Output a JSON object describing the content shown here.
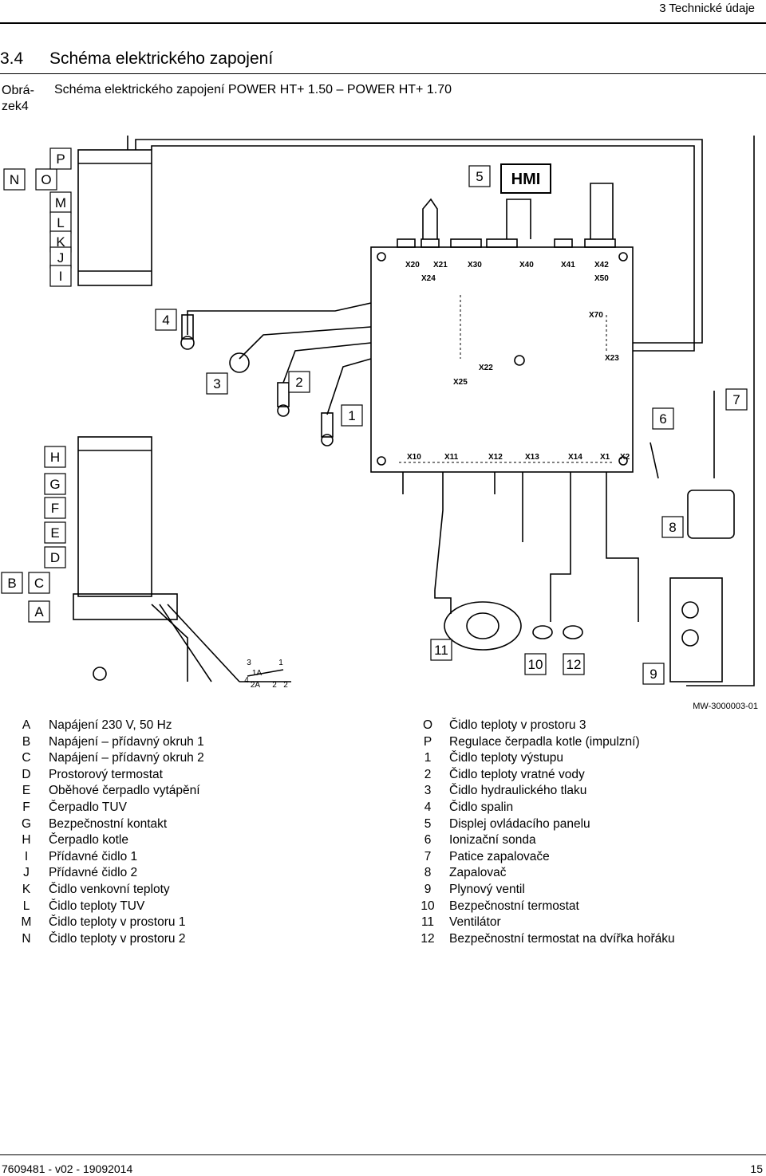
{
  "header": {
    "chapter": "3  Technické údaje"
  },
  "section": {
    "number": "3.4",
    "title": "Schéma elektrického zapojení"
  },
  "figure": {
    "label": "Obrá-\nzek4",
    "caption": "Schéma elektrického zapojení POWER HT+ 1.50 – POWER HT+ 1.70",
    "code": "MW-3000003-01",
    "connectors": [
      "X20",
      "X21",
      "X30",
      "X40",
      "X41",
      "X42",
      "X24",
      "X50",
      "X70",
      "X22",
      "X23",
      "X25",
      "X10",
      "X11",
      "X12",
      "X13",
      "X14",
      "X1",
      "X2"
    ],
    "hmi_label": "HMI",
    "switch": {
      "n3": "3",
      "n1": "1",
      "n1a": "1A",
      "n4": "4",
      "n2a": "2A",
      "n2": "2",
      "n2b": "2"
    }
  },
  "legend_left": [
    {
      "key": "A",
      "text": "Napájení 230 V, 50 Hz"
    },
    {
      "key": "B",
      "text": "Napájení – přídavný okruh 1"
    },
    {
      "key": "C",
      "text": "Napájení – přídavný okruh 2"
    },
    {
      "key": "D",
      "text": "Prostorový termostat"
    },
    {
      "key": "E",
      "text": "Oběhové čerpadlo vytápění"
    },
    {
      "key": "F",
      "text": "Čerpadlo TUV"
    },
    {
      "key": "G",
      "text": "Bezpečnostní kontakt"
    },
    {
      "key": "H",
      "text": "Čerpadlo kotle"
    },
    {
      "key": "I",
      "text": "Přídavné čidlo 1"
    },
    {
      "key": "J",
      "text": "Přídavné čidlo 2"
    },
    {
      "key": "K",
      "text": "Čidlo venkovní teploty"
    },
    {
      "key": "L",
      "text": "Čidlo teploty TUV"
    },
    {
      "key": "M",
      "text": "Čidlo teploty v prostoru 1"
    },
    {
      "key": "N",
      "text": "Čidlo teploty v prostoru 2"
    }
  ],
  "legend_right": [
    {
      "key": "O",
      "text": "Čidlo teploty v prostoru 3"
    },
    {
      "key": "P",
      "text": "Regulace čerpadla kotle (impulzní)"
    },
    {
      "key": "1",
      "text": "Čidlo teploty výstupu"
    },
    {
      "key": "2",
      "text": "Čidlo teploty vratné vody"
    },
    {
      "key": "3",
      "text": "Čidlo hydraulického tlaku"
    },
    {
      "key": "4",
      "text": "Čidlo spalin"
    },
    {
      "key": "5",
      "text": "Displej ovládacího panelu"
    },
    {
      "key": "6",
      "text": "Ionizační sonda"
    },
    {
      "key": "7",
      "text": "Patice zapalovače"
    },
    {
      "key": "8",
      "text": "Zapalovač"
    },
    {
      "key": "9",
      "text": "Plynový ventil"
    },
    {
      "key": "10",
      "text": "Bezpečnostní termostat"
    },
    {
      "key": "11",
      "text": "Ventilátor"
    },
    {
      "key": "12",
      "text": "Bezpečnostní termostat na dvířka hořáku"
    }
  ],
  "footer": {
    "doc": "7609481 - v02 - 19092014",
    "page": "15"
  }
}
